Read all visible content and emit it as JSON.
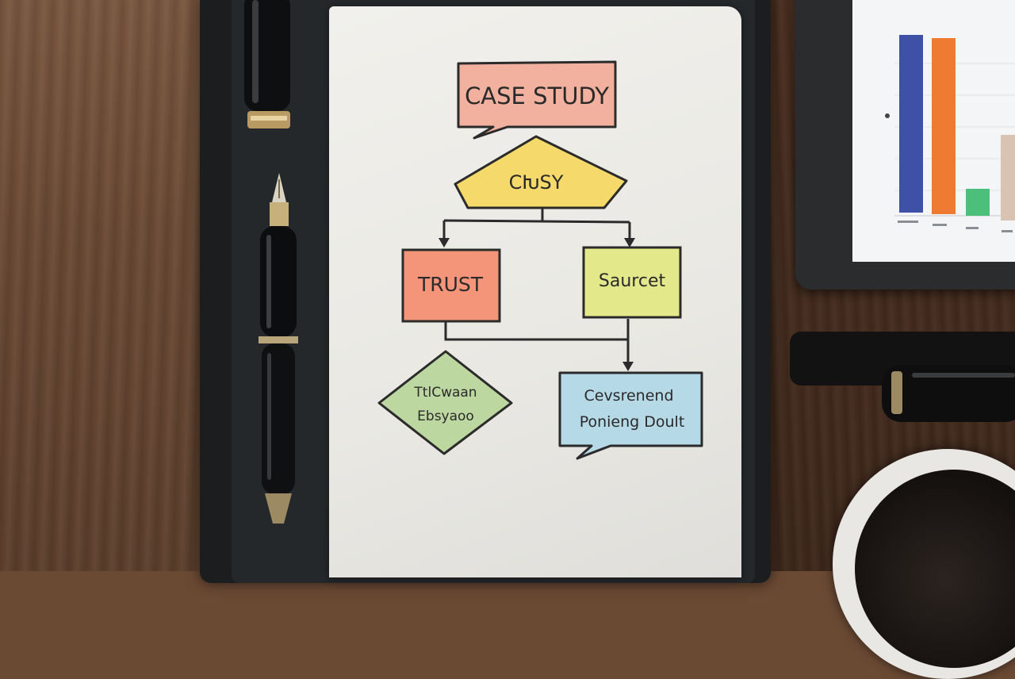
{
  "flowchart": {
    "title": "CASE STUDY",
    "decision": "CԽSY",
    "left_box": "TRUST",
    "right_box": "Saurcet",
    "diamond_line1": "TtlCwaan",
    "diamond_line2": "Ebsyaoo",
    "note_line1": "Cevsrenend",
    "note_line2": "Ponieng Doult"
  },
  "colors": {
    "title_box": "#f2b19f",
    "decision": "#f6d96b",
    "left_box": "#f4957a",
    "right_box": "#e3e88a",
    "diamond": "#bcd8a0",
    "note_box": "#b5d9e6",
    "chart_blue": "#3f51a6",
    "chart_orange": "#ef7b32",
    "chart_green": "#4cc07a"
  },
  "objects": {
    "pen_top": "fountain-pen-cap",
    "pen_main": "fountain-pen",
    "pen_right": "pen",
    "tablet": "tablet-bar-chart",
    "cup": "coffee-cup"
  }
}
